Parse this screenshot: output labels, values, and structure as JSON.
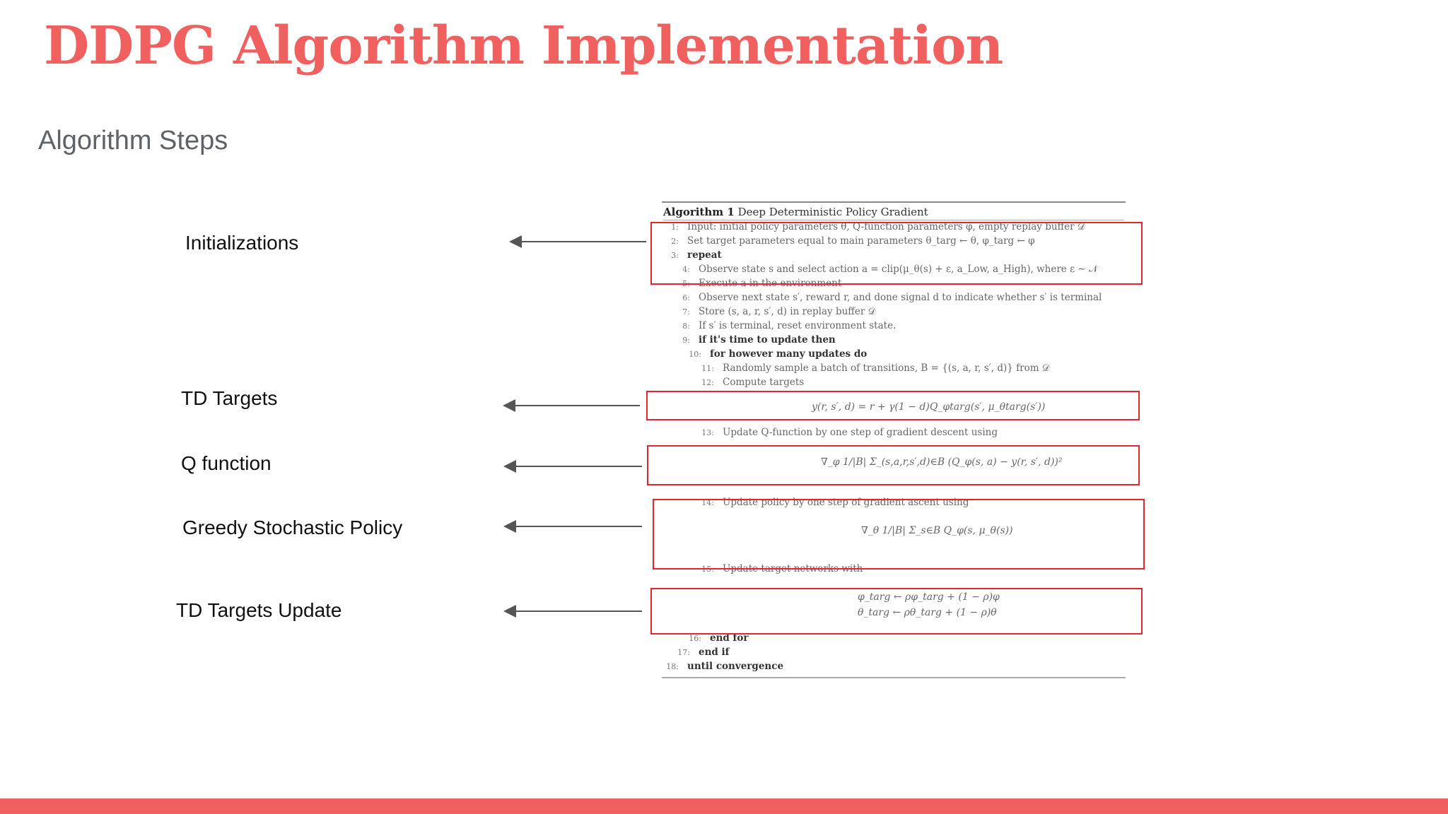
{
  "slide": {
    "title": "DDPG Algorithm Implementation",
    "subtitle": "Algorithm Steps",
    "accent_color": "#f0605e",
    "box_color": "#e0262e"
  },
  "labels": [
    {
      "text": "Initializations"
    },
    {
      "text": "TD Targets"
    },
    {
      "text": "Q function"
    },
    {
      "text": "Greedy Stochastic Policy"
    },
    {
      "text": "TD Targets  Update"
    }
  ],
  "algorithm": {
    "header_bold": "Algorithm 1",
    "header_rest": "Deep Deterministic Policy Gradient",
    "lines": [
      {
        "num": "1:",
        "text": "Input: initial policy parameters θ, Q-function parameters φ, empty replay buffer 𝒟"
      },
      {
        "num": "2:",
        "text": "Set target parameters equal to main parameters θ_targ ← θ, φ_targ ← φ"
      },
      {
        "num": "3:",
        "text": "repeat"
      },
      {
        "num": "4:",
        "text": "Observe state s and select action a = clip(μ_θ(s) + ε, a_Low, a_High), where ε ∼ 𝒩"
      },
      {
        "num": "5:",
        "text": "Execute a in the environment"
      },
      {
        "num": "6:",
        "text": "Observe next state s′, reward r, and done signal d to indicate whether s′ is terminal"
      },
      {
        "num": "7:",
        "text": "Store (s, a, r, s′, d) in replay buffer 𝒟"
      },
      {
        "num": "8:",
        "text": "If s′ is terminal, reset environment state."
      },
      {
        "num": "9:",
        "text": "if it's time to update then"
      },
      {
        "num": "10:",
        "text": "for however many updates do"
      },
      {
        "num": "11:",
        "text": "Randomly sample a batch of transitions, B = {(s, a, r, s′, d)} from 𝒟"
      },
      {
        "num": "12:",
        "text": "Compute targets"
      },
      {
        "num": "13:",
        "text": "Update Q-function by one step of gradient descent using"
      },
      {
        "num": "14:",
        "text": "Update policy by one step of gradient ascent using"
      },
      {
        "num": "15:",
        "text": "Update target networks with"
      },
      {
        "num": "16:",
        "text": "end for"
      },
      {
        "num": "17:",
        "text": "end if"
      },
      {
        "num": "18:",
        "text": "until convergence"
      }
    ],
    "equations": {
      "td_target": "y(r, s′, d) = r + γ(1 − d)Q_φtarg(s′, μ_θtarg(s′))",
      "q_loss": "∇_φ 1/|B| Σ_(s,a,r,s′,d)∈B (Q_φ(s, a) − y(r, s′, d))²",
      "policy_grad": "∇_θ 1/|B| Σ_s∈B Q_φ(s, μ_θ(s))",
      "target_update_1": "φ_targ ← ρφ_targ + (1 − ρ)φ",
      "target_update_2": "θ_targ ← ρθ_targ + (1 − ρ)θ"
    }
  }
}
